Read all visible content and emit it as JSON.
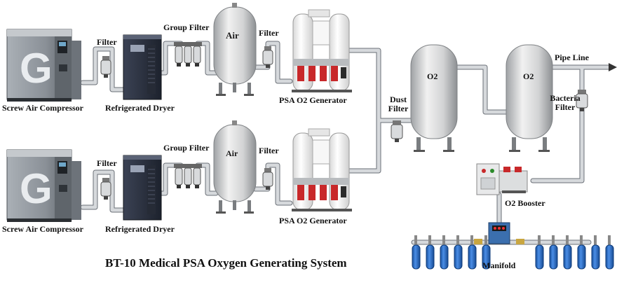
{
  "diagram": {
    "title": "BT-10 Medical PSA Oxygen Generating System",
    "labels": {
      "filter": "Filter",
      "group_filter": "Group Filter",
      "air": "Air",
      "screw_air_compressor": "Screw Air Compressor",
      "refrigerated_dryer": "Refrigerated Dryer",
      "psa_o2_generator": "PSA O2 Generator",
      "dust_filter_line1": "Dust",
      "dust_filter_line2": "Filter",
      "o2": "O2",
      "pipe_line": "Pipe Line",
      "bacteria_line1": "Bacteria",
      "bacteria_line2": "Filter",
      "o2_booster": "O2 Booster",
      "manifold": "Manifold"
    },
    "colors": {
      "pipe": "#c9cdd2",
      "pipe_edge": "#6b7077",
      "compressor_body": "#8a9097",
      "compressor_dark": "#3e4449",
      "dryer_body": "#2b3140",
      "tank": "#d9dadb",
      "cylinder": "#2a6fd0",
      "generator_red": "#c8282a"
    },
    "icons": [
      "compressor-icon",
      "dryer-icon",
      "filter-icon",
      "air-tank-icon",
      "generator-icon",
      "o2-tank-icon",
      "booster-icon",
      "manifold-icon",
      "cylinder-icon"
    ],
    "cylinder_count": 12
  }
}
